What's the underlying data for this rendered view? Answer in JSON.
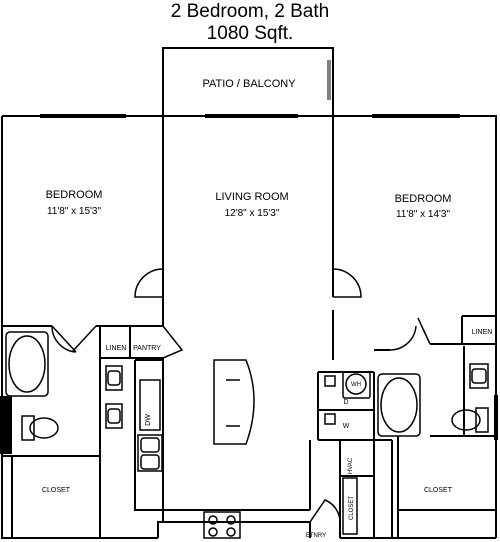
{
  "header": {
    "line1": "2 Bedroom, 2 Bath",
    "line2": "1080 Sqft."
  },
  "plan": {
    "patio": "PATIO / BALCONY",
    "bedroom_left": {
      "name": "BEDROOM",
      "size": "11'8\" x 15'3\""
    },
    "living_room": {
      "name": "LIVING ROOM",
      "size": "12'8\" x 15'3\""
    },
    "bedroom_right": {
      "name": "BEDROOM",
      "size": "11'8\" x 14'3\""
    },
    "linen_left": "LINEN",
    "pantry": "PANTRY",
    "dw": "DW",
    "closet_left": "CLOSET",
    "wh": "WH",
    "dryer": "D",
    "washer": "W",
    "hvac": "HVAC",
    "closet_small": "CLOSET",
    "closet_right": "CLOSET",
    "linen_right": "LINEN",
    "entry": "ETNRY"
  }
}
